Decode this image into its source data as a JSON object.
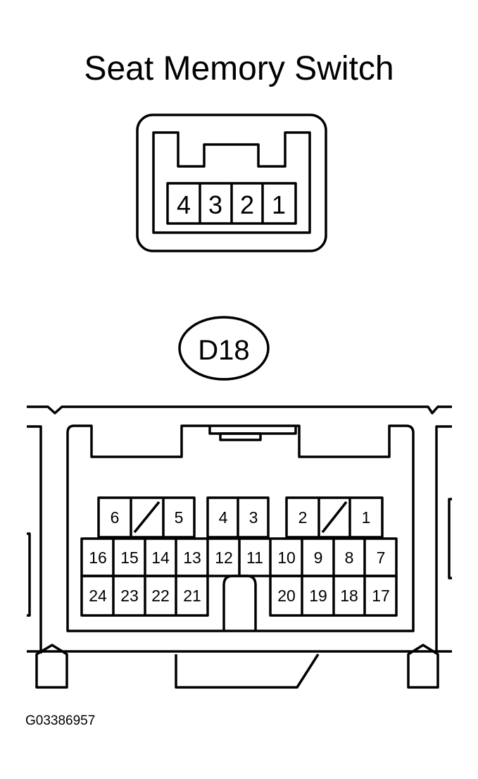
{
  "title": "Seat Memory Switch",
  "figure_id": "G03386957",
  "switch_connector": {
    "pins": [
      "4",
      "3",
      "2",
      "1"
    ]
  },
  "d18_connector": {
    "label": "D18",
    "top_row": [
      {
        "pin": "6"
      },
      {
        "pin": "",
        "blank": true
      },
      {
        "pin": "5"
      },
      {
        "pin": "4"
      },
      {
        "pin": "3"
      },
      {
        "pin": "2"
      },
      {
        "pin": "",
        "blank": true
      },
      {
        "pin": "1"
      }
    ],
    "middle_row": [
      "16",
      "15",
      "14",
      "13",
      "12",
      "11",
      "10",
      "9",
      "8",
      "7"
    ],
    "bottom_row_left": [
      "24",
      "23",
      "22",
      "21"
    ],
    "bottom_row_right": [
      "20",
      "19",
      "18",
      "17"
    ]
  }
}
